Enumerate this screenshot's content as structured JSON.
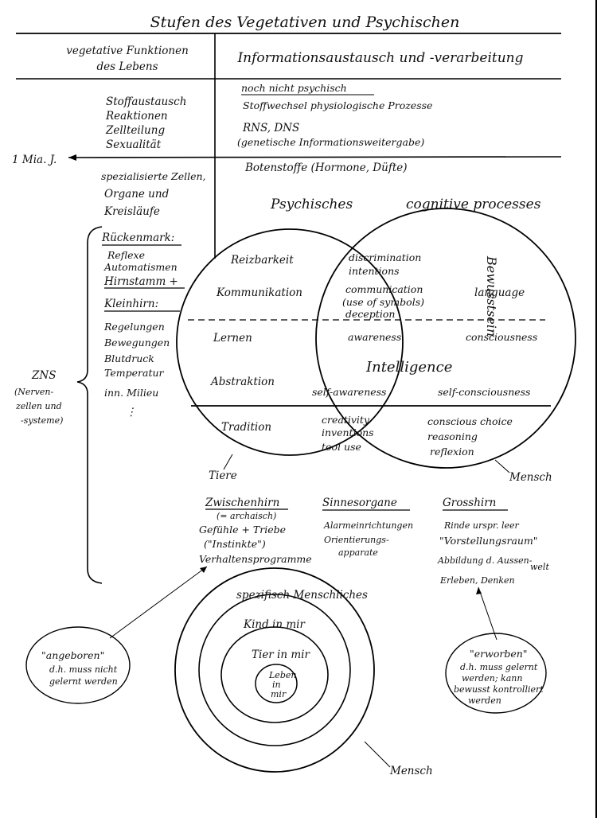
{
  "title": "Stufen des Vegetativen und Psychischen",
  "header": {
    "left": [
      "vegetative Funktionen",
      "des Lebens"
    ],
    "right": "Informationsaustausch und -verarbeitung"
  },
  "row1": {
    "left": [
      "Stoffaustausch",
      "Reaktionen",
      "Zellteilung",
      "Sexualität"
    ],
    "right": [
      "noch nicht psychisch",
      "Stoffwechsel physiologische Prozesse",
      "RNS, DNS",
      "(genetische Informationsweitergabe)"
    ]
  },
  "timeline_label": "1 Mia. J.",
  "row2": {
    "left": [
      "spezialisierte Zellen,",
      "Organe und",
      "Kreisläufe"
    ],
    "right": "Botenstoffe (Hormone, Düfte)"
  },
  "circle_labels": {
    "left": "Psychisches",
    "right": "cognitive processes"
  },
  "zns": {
    "label": "ZNS",
    "sub": [
      "(Nerven-",
      "zellen und",
      "-systeme)"
    ],
    "rm_title": "Rückenmark:",
    "rm_items": [
      "Reflexe",
      "Automatismen"
    ],
    "hirn_title1": "Hirnstamm +",
    "hirn_title2": "Kleinhirn:",
    "hirn_items": [
      "Regelungen",
      "Bewegungen",
      "Blutdruck",
      "Temperatur",
      "inn. Milieu",
      "⋮"
    ]
  },
  "venn": {
    "left_top": [
      "Reizbarkeit",
      "Kommunikation"
    ],
    "mid_top": [
      "discrimination",
      "intentions",
      "communication",
      "(use of symbols)",
      "deception"
    ],
    "right_top": "language",
    "left_mid": [
      "Lernen",
      "Abstraktion"
    ],
    "mid_mid": [
      "awareness",
      "Intelligence",
      "self-awareness"
    ],
    "right_mid": [
      "consciousness",
      "self-consciousness"
    ],
    "left_bot": "Tradition",
    "mid_bot": [
      "creativity",
      "inventions",
      "tool use"
    ],
    "right_bot": [
      "conscious choice",
      "reasoning",
      "reflexion"
    ],
    "vertical": "Bewusstsein",
    "label_left": "Tiere",
    "label_right": "Mensch"
  },
  "brain": {
    "zwischenhirn": {
      "title": "Zwischenhirn",
      "sub": "(= archaisch)",
      "items": [
        "Gefühle + Triebe",
        "(\"Instinkte\")",
        "Verhaltensprogramme"
      ]
    },
    "sinnesorgane": {
      "title": "Sinnesorgane",
      "items": [
        "Alarmeinrichtungen",
        "Orientierungs-",
        "apparate"
      ]
    },
    "grosshirn": {
      "title": "Grosshirn",
      "items": [
        "Rinde urspr. leer",
        "\"Vorstellungsraum\"",
        "Abbildung d. Aussen-",
        "welt",
        "Erleben, Denken"
      ]
    }
  },
  "rings": {
    "outer": "spezifisch Menschliches",
    "second": "Kind in mir",
    "third": "Tier in mir",
    "inner": [
      "Leben",
      "in",
      "mir"
    ],
    "label": "Mensch"
  },
  "notes": {
    "left": [
      "\"angeboren\"",
      "d.h. muss nicht",
      "gelernt werden"
    ],
    "right": [
      "\"erworben\"",
      "d.h. muss gelernt",
      "werden; kann",
      "bewusst kontrolliert",
      "werden"
    ]
  }
}
